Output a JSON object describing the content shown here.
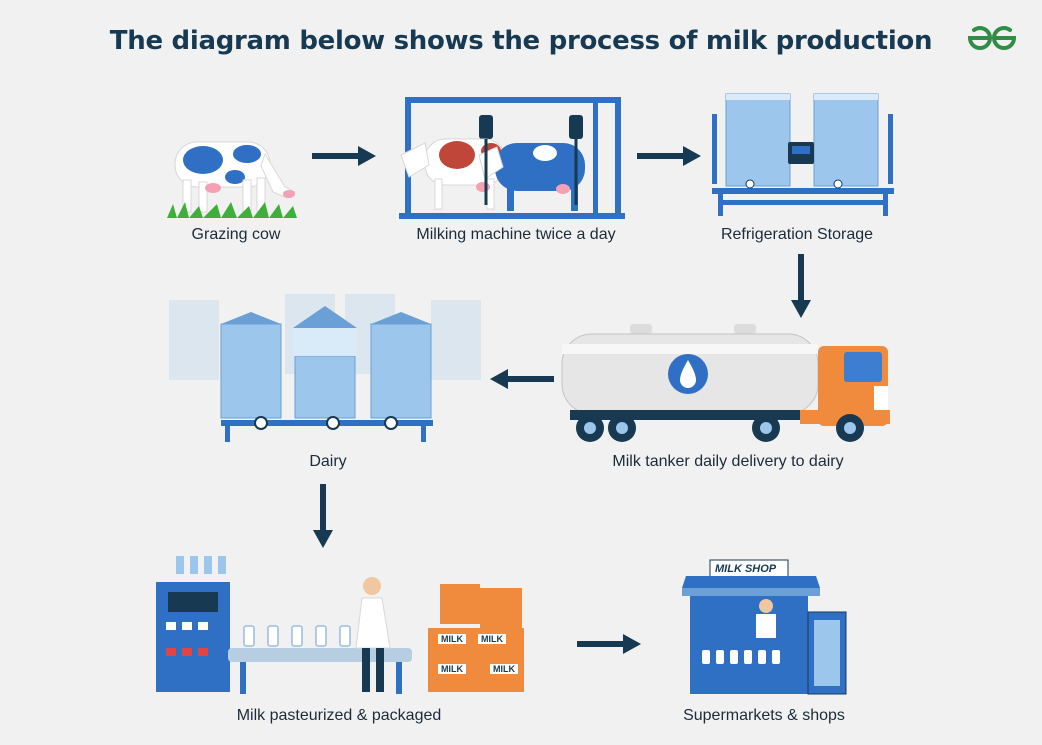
{
  "title": "The diagram below shows the process of milk production",
  "logo": {
    "icon": "geeksforgeeks-logo-icon",
    "color": "#2f8d46"
  },
  "colors": {
    "accent": "#173a52",
    "blue": "#2f6fc4",
    "light_blue": "#9cc6ec",
    "orange": "#f08a3c"
  },
  "steps": [
    {
      "label": "Grazing cow",
      "icon": "grazing-cow-icon"
    },
    {
      "label": "Milking machine twice a day",
      "icon": "milking-machine-icon"
    },
    {
      "label": "Refrigeration Storage",
      "icon": "refrigeration-tanks-icon"
    },
    {
      "label": "Milk tanker daily delivery to dairy",
      "icon": "milk-tanker-truck-icon"
    },
    {
      "label": "Dairy",
      "icon": "dairy-plant-icon"
    },
    {
      "label": "Milk pasteurized & packaged",
      "icon": "packaging-line-icon"
    },
    {
      "label": "Supermarkets & shops",
      "icon": "milk-shop-icon"
    }
  ],
  "signs": {
    "shop": "MILK SHOP",
    "box": "MILK"
  }
}
